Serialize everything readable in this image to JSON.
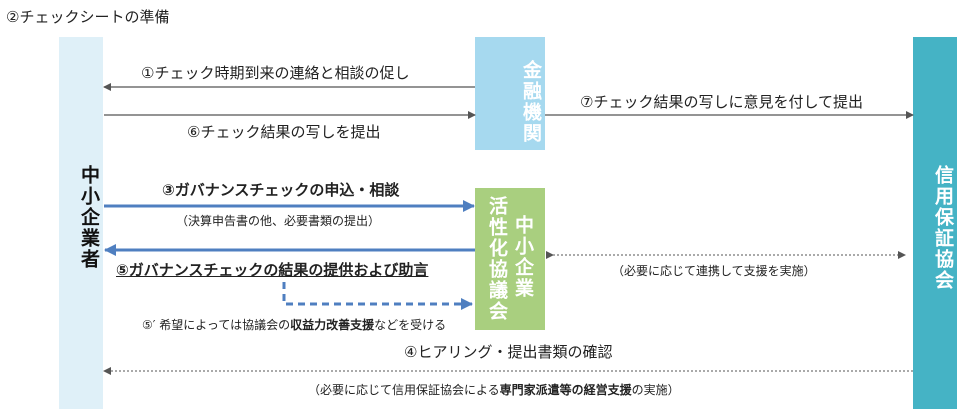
{
  "title": "②チェックシートの準備",
  "entities": {
    "sme": "中小企業者",
    "financial": "金融機関",
    "kassei_a": "活性化協議会",
    "kassei_b": "中小企業",
    "shinpo": "信用保証協会"
  },
  "steps": {
    "s1": "①チェック時期到来の連絡と相談の促し",
    "s6": "⑥チェック結果の写しを提出",
    "s7": "⑦チェック結果の写しに意見を付して提出",
    "s3": "③ガバナンスチェックの申込・相談",
    "s3_note": "（決算申告書の他、必要書類の提出）",
    "s5": "⑤ガバナンスチェックの結果の提供および助言",
    "s5p_pre": "⑤′ 希望によっては協議会の",
    "s5p_bold": "収益力改善支援",
    "s5p_post": "などを受ける",
    "coop_note": "（必要に応じて連携して支援を実施）",
    "s4": "④ヒアリング・提出書類の確認",
    "s4_note_pre": "（必要に応じて信用保証協会による",
    "s4_note_bold": "専門家派遣等の経営支援",
    "s4_note_post": "の実施）"
  },
  "colors": {
    "sme_box": "#dff0f8",
    "financial_box": "#a6d9ef",
    "kassei_box": "#a9cf7f",
    "shinpo_box": "#45b3c5",
    "blue_arrow": "#4f7fc0",
    "gray_arrow": "#555555"
  }
}
